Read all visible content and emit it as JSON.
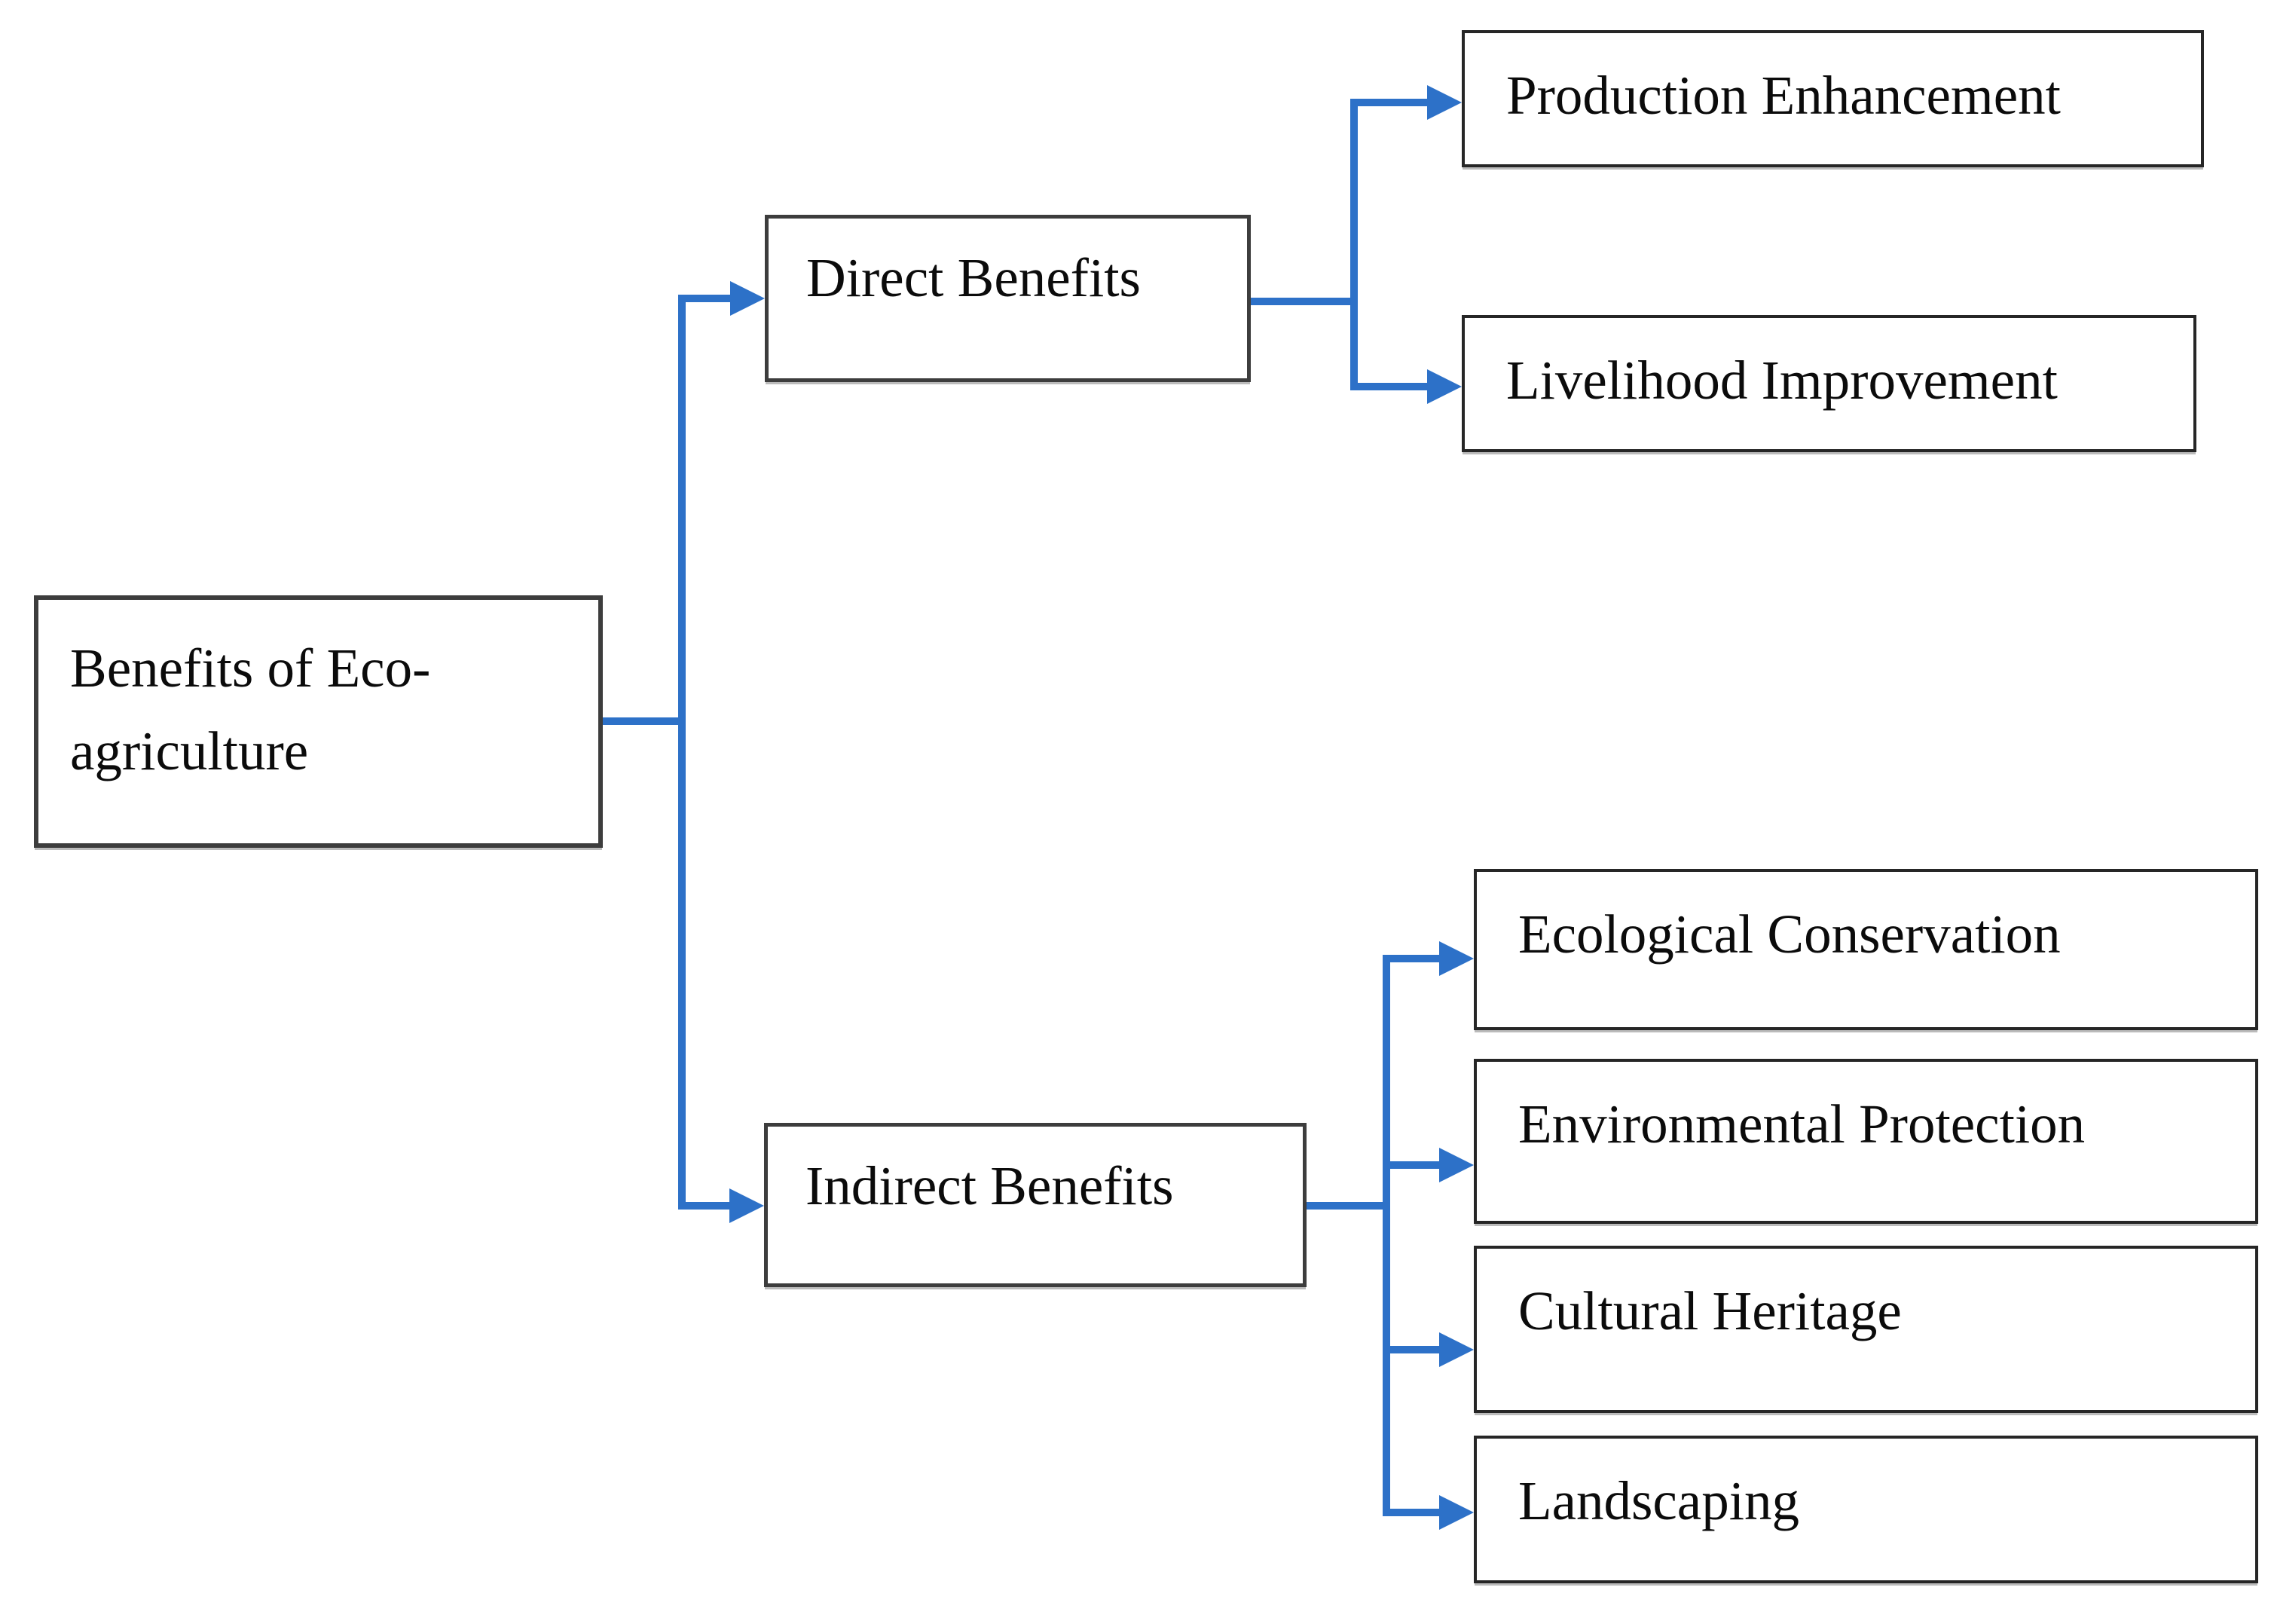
{
  "figure": {
    "type": "flowchart",
    "orientation": "left-to-right",
    "background": "#ffffff"
  },
  "colors": {
    "connector_blue": "#2d71c8",
    "group_box_border": "#3d3d3d",
    "leaf_box_border": "#262626",
    "text": "#0b0b0b",
    "box_fill": "#ffffff"
  },
  "nodes": {
    "root": {
      "label": "Benefits of Eco-agriculture"
    },
    "direct": {
      "label": "Direct Benefits"
    },
    "indirect": {
      "label": "Indirect Benefits"
    },
    "production": {
      "label": "Production Enhancement"
    },
    "livelihood": {
      "label": "Livelihood Improvement"
    },
    "ecological": {
      "label": "Ecological Conservation"
    },
    "environmental": {
      "label": "Environmental Protection"
    },
    "cultural": {
      "label": "Cultural Heritage"
    },
    "landscaping": {
      "label": "Landscaping"
    }
  },
  "edges": [
    {
      "from": "root",
      "to": "direct"
    },
    {
      "from": "root",
      "to": "indirect"
    },
    {
      "from": "direct",
      "to": "production"
    },
    {
      "from": "direct",
      "to": "livelihood"
    },
    {
      "from": "indirect",
      "to": "ecological"
    },
    {
      "from": "indirect",
      "to": "environmental"
    },
    {
      "from": "indirect",
      "to": "cultural"
    },
    {
      "from": "indirect",
      "to": "landscaping"
    }
  ]
}
